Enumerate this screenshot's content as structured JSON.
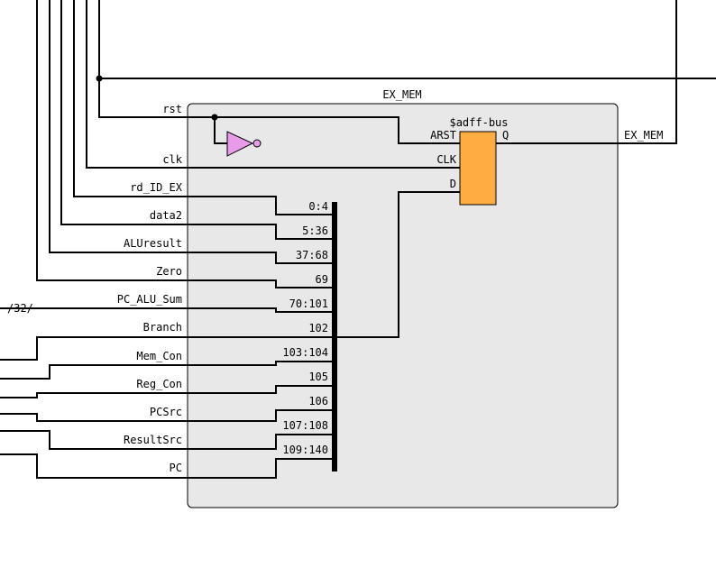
{
  "module": {
    "title": "EX_MEM",
    "fill": "#e8e8e8",
    "stroke": "#000000"
  },
  "register": {
    "cell_type": "$adff-bus",
    "fill": "#ffad42",
    "pins": {
      "arst": "ARST",
      "clk": "CLK",
      "d": "D",
      "q": "Q"
    }
  },
  "inverter": {
    "fill": "#e89be8",
    "icon": "not-gate-icon"
  },
  "ports": {
    "rst": "rst",
    "clk": "clk",
    "rd_id_ex": "rd_ID_EX",
    "data2": "data2",
    "aluresult": "ALUresult",
    "zero": "Zero",
    "pc_alu_sum": "PC_ALU_Sum",
    "branch": "Branch",
    "mem_con": "Mem_Con",
    "reg_con": "Reg_Con",
    "pcsrc": "PCSrc",
    "resultsrc": "ResultSrc",
    "pc": "PC"
  },
  "output": "EX_MEM",
  "bus_width_label": "/32/",
  "slices": {
    "s0": "0:4",
    "s1": "5:36",
    "s2": "37:68",
    "s3": "69",
    "s4": "70:101",
    "s5": "102",
    "s6": "103:104",
    "s7": "105",
    "s8": "106",
    "s9": "107:108",
    "s10": "109:140"
  }
}
